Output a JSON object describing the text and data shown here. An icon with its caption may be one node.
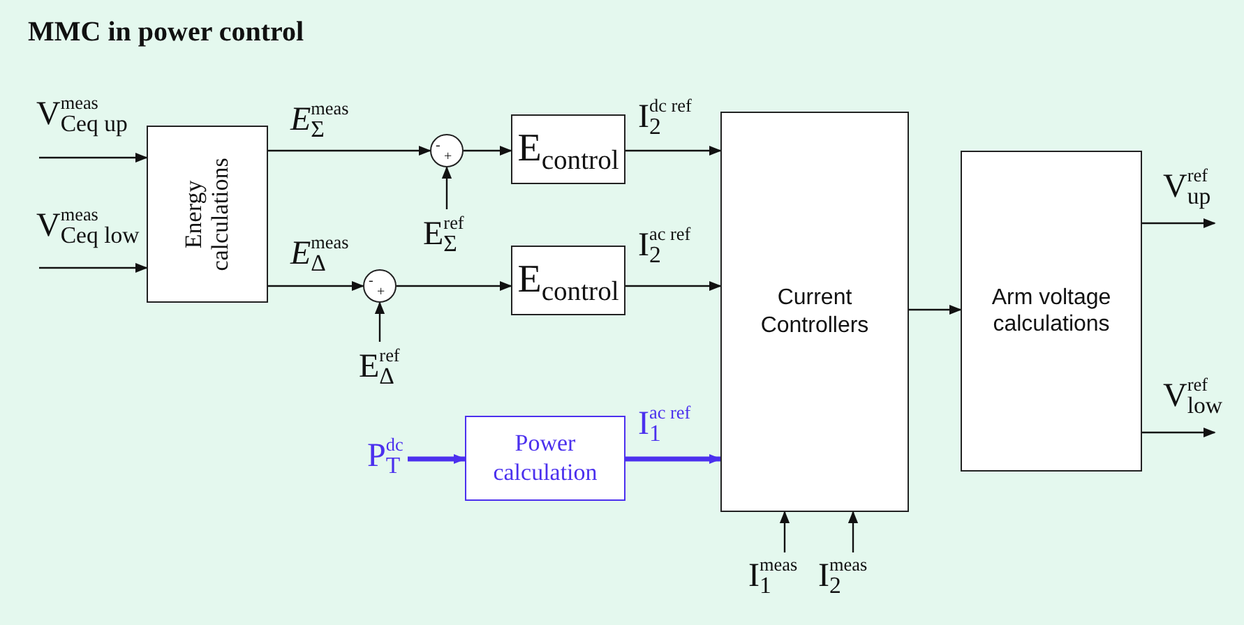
{
  "diagram": {
    "title": "MMC in power control",
    "nodes": [
      {
        "text": [
          "Energy calculations"
        ]
      },
      {
        "text": [
          "-",
          "+"
        ]
      },
      {
        "text": [
          "E$^{ref}$$_{Σ}$"
        ]
      },
      {
        "text": [
          "E$_{control}$"
        ]
      },
      {
        "text": [
          "-",
          "+"
        ]
      },
      {
        "text": [
          "E$^{ref}$$_{Δ}$"
        ]
      },
      {
        "text": [
          "E$_{control}$"
        ]
      },
      {
        "text": [
          "P$^{dc}$$_{T}$"
        ]
      },
      {
        "text": [
          "Power calculation"
        ]
      },
      {
        "text": [
          "Current Controllers"
        ]
      },
      {
        "text": [
          "I$^{meas}$$_{1}$"
        ]
      },
      {
        "text": [
          "I$^{meas}$$_{2}$"
        ]
      },
      {
        "text": [
          "Arm voltage calculations"
        ]
      }
    ],
    "edges": [
      {
        "from": null,
        "to": 0,
        "arrow": "to",
        "label": "V$^{meas}$$_{Ceq up}$"
      },
      {
        "from": null,
        "to": 0,
        "arrow": "to",
        "label": "V$^{meas}$$_{Ceq low}$"
      },
      {
        "from": 0,
        "to": 1,
        "arrow": "to",
        "label": "*E*$^{meas}$$_{Σ}$"
      },
      {
        "from": 2,
        "to": 1,
        "arrow": "to"
      },
      {
        "from": 1,
        "to": 3,
        "arrow": "to"
      },
      {
        "from": 0,
        "to": 4,
        "arrow": "to",
        "label": "*E*$^{meas}$$_{Δ}$"
      },
      {
        "from": 5,
        "to": 4,
        "arrow": "to"
      },
      {
        "from": 4,
        "to": 6,
        "arrow": "to"
      },
      {
        "from": 3,
        "to": 9,
        "arrow": "to",
        "label": "I$^{dc ref}$$_{2}$"
      },
      {
        "from": 6,
        "to": 9,
        "arrow": "to",
        "label": "I$^{ac ref}$$_{2}$"
      },
      {
        "from": 7,
        "to": 8,
        "arrow": "to",
        "style": "thick",
        "color": "#4b30ee"
      },
      {
        "from": 8,
        "to": 9,
        "arrow": "to",
        "label": "I$^{ac ref}$$_{1}$",
        "style": "thick",
        "color": "#4b30ee"
      },
      {
        "from": 10,
        "to": 9,
        "arrow": "to"
      },
      {
        "from": 11,
        "to": 9,
        "arrow": "to"
      },
      {
        "from": 9,
        "to": 12,
        "arrow": "to"
      },
      {
        "from": 12,
        "to": null,
        "arrow": "to",
        "label": "V$^{ref}$$_{up}$"
      },
      {
        "from": 12,
        "to": null,
        "arrow": "to",
        "label": "V$^{ref}$$_{low}$"
      }
    ]
  }
}
